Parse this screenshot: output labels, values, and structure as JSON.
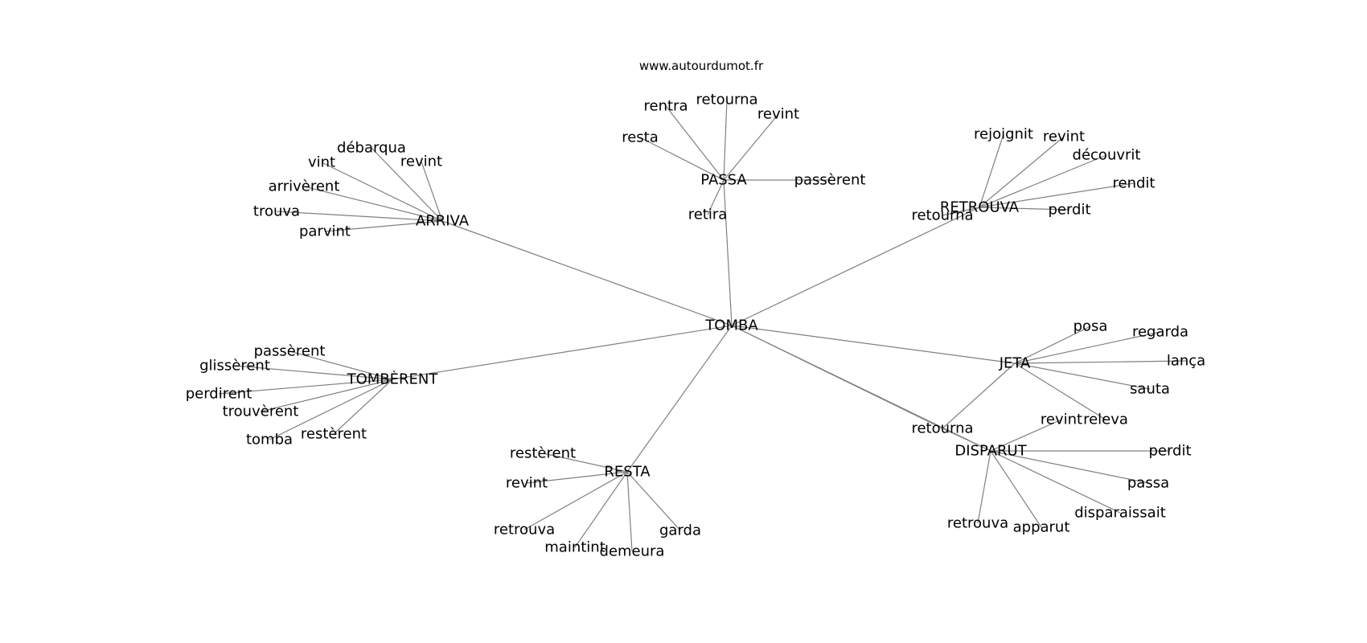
{
  "site_label": "www.autourdumot.fr",
  "graph": {
    "center": "TOMBA",
    "hubs": [
      {
        "label": "PASSA",
        "words": [
          "rentra",
          "retourna",
          "revint",
          "resta",
          "passèrent",
          "retira"
        ]
      },
      {
        "label": "ARRIVA",
        "words": [
          "débarqua",
          "vint",
          "revint",
          "arrivèrent",
          "trouva",
          "parvint"
        ]
      },
      {
        "label": "RETROUVA",
        "words": [
          "rejoignit",
          "revint",
          "découvrit",
          "rendit",
          "perdit",
          "retourna"
        ]
      },
      {
        "label": "JETA",
        "words": [
          "posa",
          "regarda",
          "lança",
          "sauta",
          "releva"
        ]
      },
      {
        "label": "TOMBÈRENT",
        "words": [
          "passèrent",
          "glissèrent",
          "perdirent",
          "trouvèrent",
          "tomba",
          "restèrent"
        ]
      },
      {
        "label": "RESTA",
        "words": [
          "restèrent",
          "revint",
          "retrouva",
          "maintint",
          "demeura",
          "garda"
        ]
      },
      {
        "label": "DISPARUT",
        "words": [
          "revint",
          "perdit",
          "passa",
          "disparaissait",
          "apparut",
          "retrouva"
        ]
      },
      {
        "label": "retourna",
        "words": []
      }
    ],
    "cross_links": [
      [
        "retourna",
        "JETA"
      ],
      [
        "retourna",
        "DISPARUT"
      ]
    ]
  }
}
